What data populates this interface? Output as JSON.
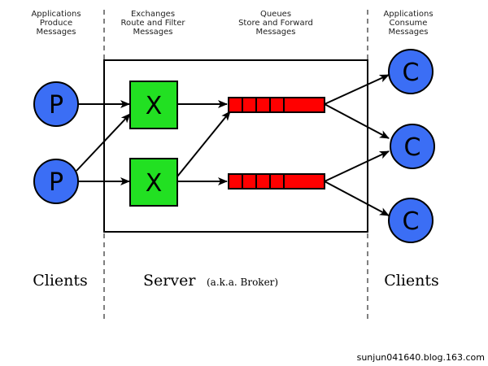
{
  "columns": [
    {
      "lines": [
        "Applications",
        "Produce",
        "Messages"
      ]
    },
    {
      "lines": [
        "Exchanges",
        "Route and Filter",
        "Messages"
      ]
    },
    {
      "lines": [
        "Queues",
        "Store and Forward",
        "Messages"
      ]
    },
    {
      "lines": [
        "Applications",
        "Consume",
        "Messages"
      ]
    }
  ],
  "nodes": {
    "producer_letter": "P",
    "exchange_letter": "X",
    "consumer_letter": "C"
  },
  "sections": {
    "clients_left": "Clients",
    "server": "Server",
    "server_note": "(a.k.a. Broker)",
    "clients_right": "Clients"
  },
  "credit": "sunjun041640.blog.163.com",
  "colors": {
    "producer_fill": "#3b6ef5",
    "consumer_fill": "#3b6ef5",
    "exchange_fill": "#22e022",
    "queue_fill": "#ff0000"
  }
}
